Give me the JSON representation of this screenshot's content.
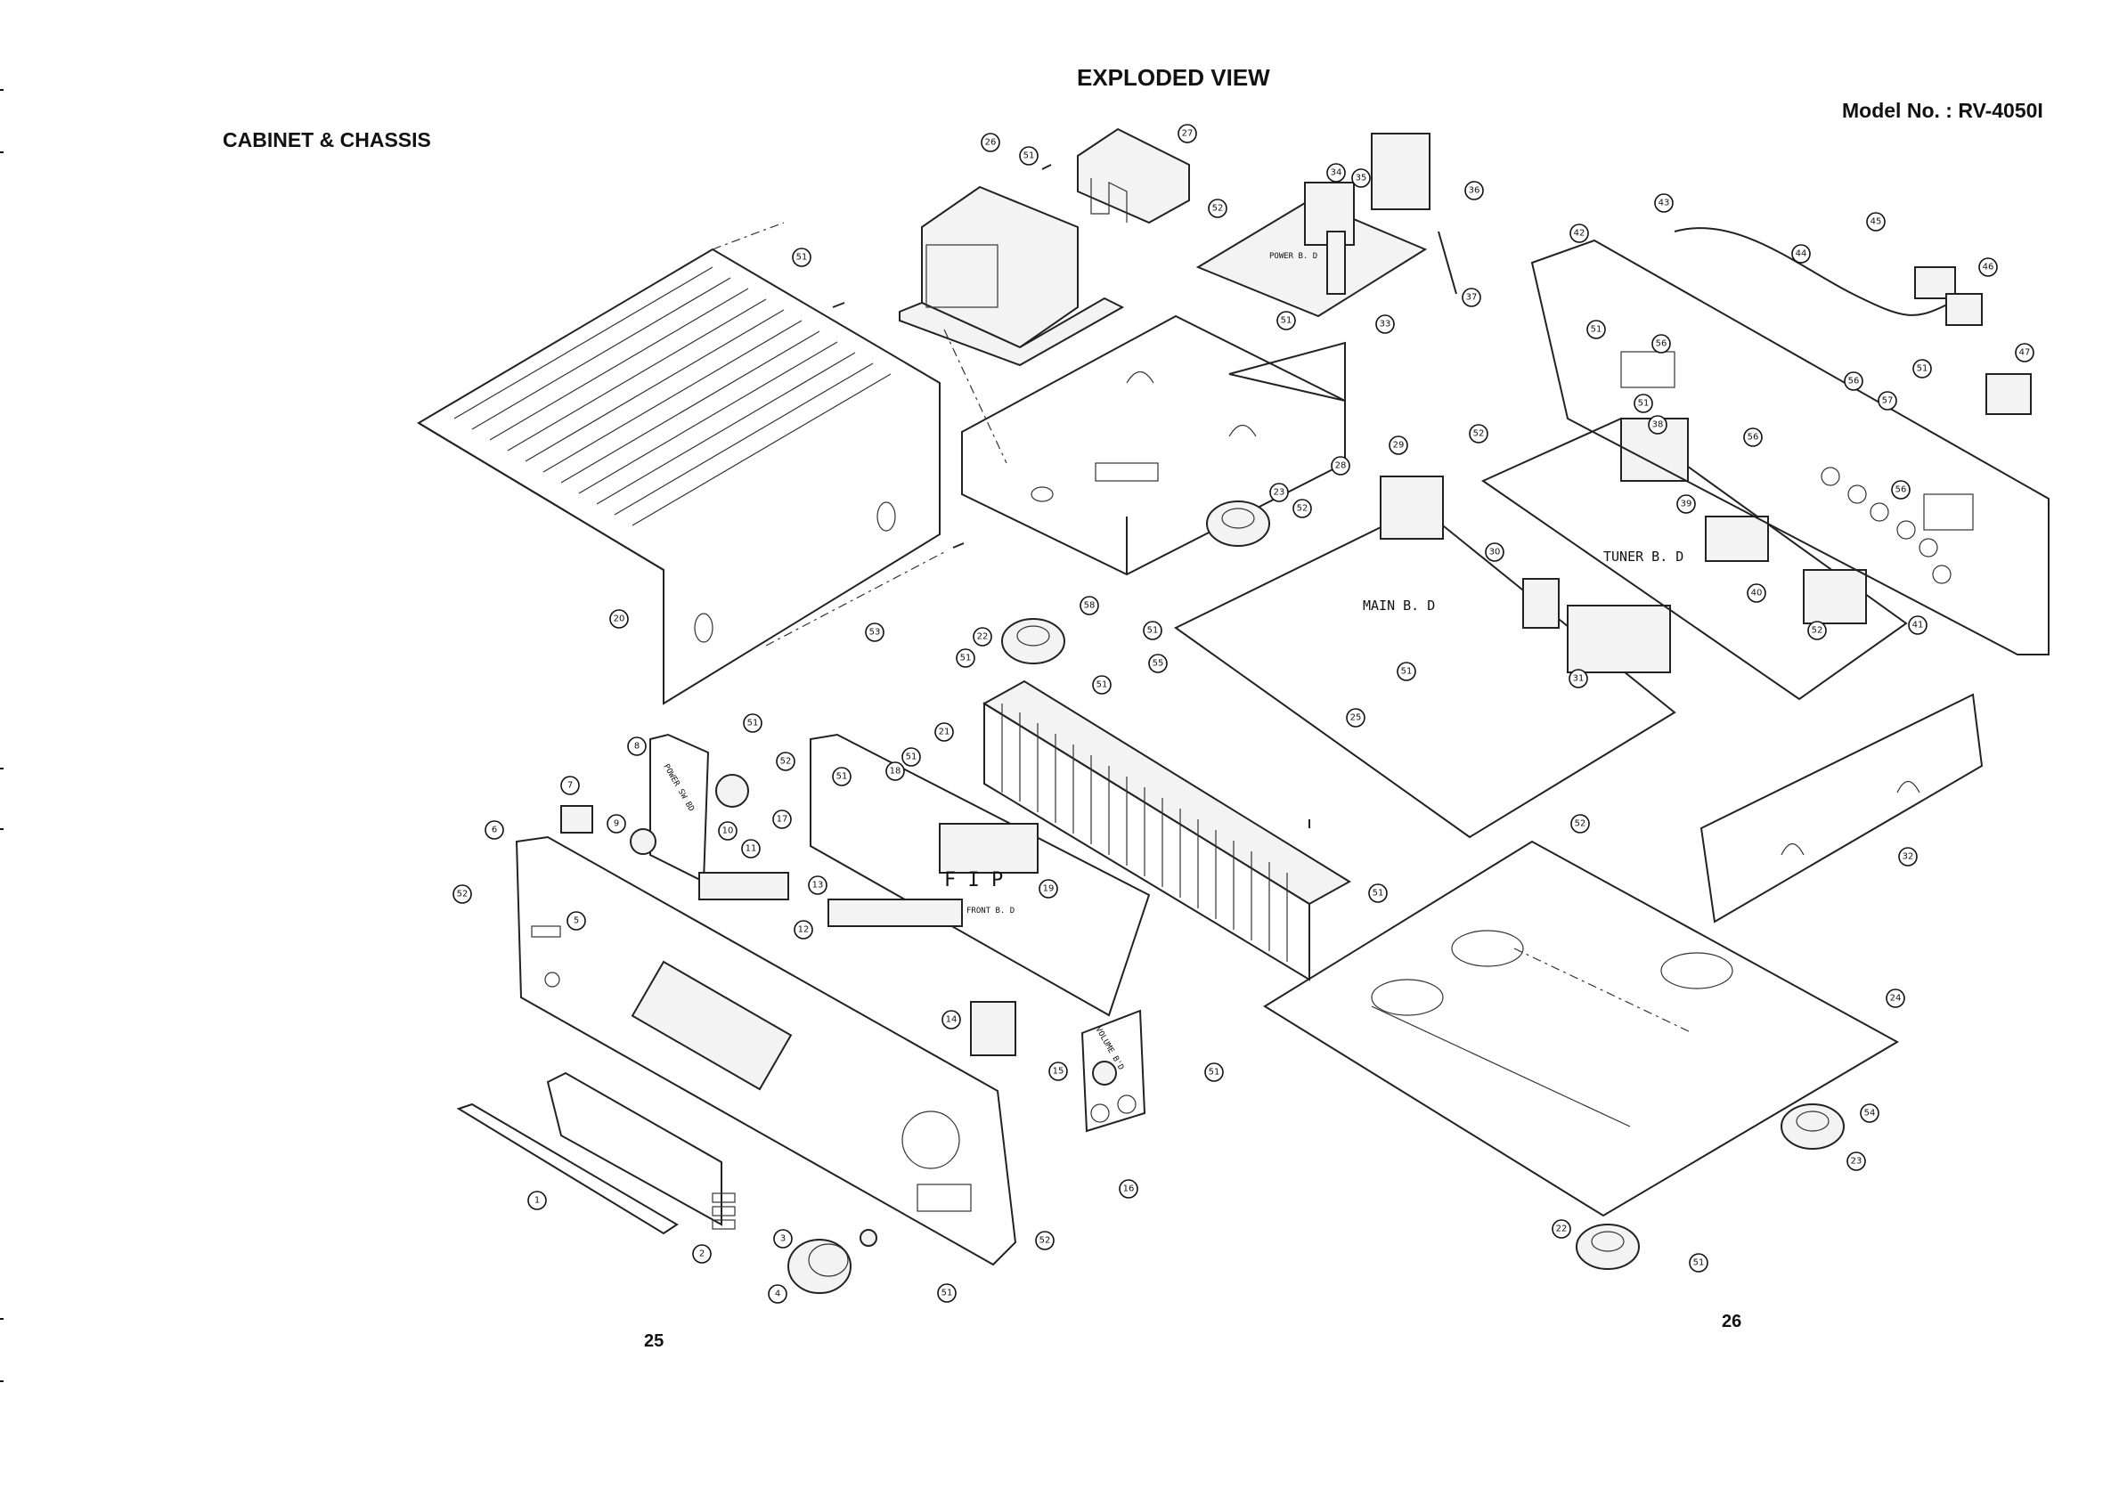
{
  "header": {
    "title": "EXPLODED VIEW",
    "section": "CABINET & CHASSIS",
    "model": "Model No. : RV-4050I"
  },
  "pages": {
    "left": "25",
    "right": "26"
  },
  "board_labels": {
    "power": "POWER B. D",
    "main": "MAIN B. D",
    "tuner": "TUNER B. D",
    "fip": "F I P",
    "front": "FRONT B. D",
    "power_sw": "POWER SW BD",
    "volume": "VOLUME B'D"
  },
  "callouts": [
    {
      "id": "c1",
      "n": "1"
    },
    {
      "id": "c2",
      "n": "2"
    },
    {
      "id": "c3",
      "n": "3"
    },
    {
      "id": "c4",
      "n": "4"
    },
    {
      "id": "c5",
      "n": "5"
    },
    {
      "id": "c6",
      "n": "6"
    },
    {
      "id": "c7",
      "n": "7"
    },
    {
      "id": "c8",
      "n": "8"
    },
    {
      "id": "c9",
      "n": "9"
    },
    {
      "id": "c10",
      "n": "10"
    },
    {
      "id": "c11",
      "n": "11"
    },
    {
      "id": "c12",
      "n": "12"
    },
    {
      "id": "c13",
      "n": "13"
    },
    {
      "id": "c14",
      "n": "14"
    },
    {
      "id": "c15",
      "n": "15"
    },
    {
      "id": "c16",
      "n": "16"
    },
    {
      "id": "c17",
      "n": "17"
    },
    {
      "id": "c18",
      "n": "18"
    },
    {
      "id": "c19",
      "n": "19"
    },
    {
      "id": "c20",
      "n": "20"
    },
    {
      "id": "c21",
      "n": "21"
    },
    {
      "id": "c22a",
      "n": "22"
    },
    {
      "id": "c22b",
      "n": "22"
    },
    {
      "id": "c23a",
      "n": "23"
    },
    {
      "id": "c23b",
      "n": "23"
    },
    {
      "id": "c24",
      "n": "24"
    },
    {
      "id": "c25",
      "n": "25"
    },
    {
      "id": "c26",
      "n": "26"
    },
    {
      "id": "c27",
      "n": "27"
    },
    {
      "id": "c28",
      "n": "28"
    },
    {
      "id": "c29",
      "n": "29"
    },
    {
      "id": "c30",
      "n": "30"
    },
    {
      "id": "c31",
      "n": "31"
    },
    {
      "id": "c32",
      "n": "32"
    },
    {
      "id": "c33",
      "n": "33"
    },
    {
      "id": "c34",
      "n": "34"
    },
    {
      "id": "c35",
      "n": "35"
    },
    {
      "id": "c36",
      "n": "36"
    },
    {
      "id": "c37",
      "n": "37"
    },
    {
      "id": "c38",
      "n": "38"
    },
    {
      "id": "c39",
      "n": "39"
    },
    {
      "id": "c40",
      "n": "40"
    },
    {
      "id": "c41",
      "n": "41"
    },
    {
      "id": "c42",
      "n": "42"
    },
    {
      "id": "c43",
      "n": "43"
    },
    {
      "id": "c44",
      "n": "44"
    },
    {
      "id": "c45",
      "n": "45"
    },
    {
      "id": "c46",
      "n": "46"
    },
    {
      "id": "c47",
      "n": "47"
    },
    {
      "id": "c51a",
      "n": "51"
    },
    {
      "id": "c51b",
      "n": "51"
    },
    {
      "id": "c51c",
      "n": "51"
    },
    {
      "id": "c51d",
      "n": "51"
    },
    {
      "id": "c51e",
      "n": "51"
    },
    {
      "id": "c51f",
      "n": "51"
    },
    {
      "id": "c51g",
      "n": "51"
    },
    {
      "id": "c51h",
      "n": "51"
    },
    {
      "id": "c51i",
      "n": "51"
    },
    {
      "id": "c51j",
      "n": "51"
    },
    {
      "id": "c51k",
      "n": "51"
    },
    {
      "id": "c51l",
      "n": "51"
    },
    {
      "id": "c51m",
      "n": "51"
    },
    {
      "id": "c51n",
      "n": "51"
    },
    {
      "id": "c51o",
      "n": "51"
    },
    {
      "id": "c51p",
      "n": "51"
    },
    {
      "id": "c51q",
      "n": "51"
    },
    {
      "id": "c52a",
      "n": "52"
    },
    {
      "id": "c52b",
      "n": "52"
    },
    {
      "id": "c52c",
      "n": "52"
    },
    {
      "id": "c52d",
      "n": "52"
    },
    {
      "id": "c52e",
      "n": "52"
    },
    {
      "id": "c52f",
      "n": "52"
    },
    {
      "id": "c52g",
      "n": "52"
    },
    {
      "id": "c52h",
      "n": "52"
    },
    {
      "id": "c53",
      "n": "53"
    },
    {
      "id": "c54",
      "n": "54"
    },
    {
      "id": "c55",
      "n": "55"
    },
    {
      "id": "c56a",
      "n": "56"
    },
    {
      "id": "c56b",
      "n": "56"
    },
    {
      "id": "c56c",
      "n": "56"
    },
    {
      "id": "c56d",
      "n": "56"
    },
    {
      "id": "c57",
      "n": "57"
    },
    {
      "id": "c58",
      "n": "58"
    }
  ]
}
